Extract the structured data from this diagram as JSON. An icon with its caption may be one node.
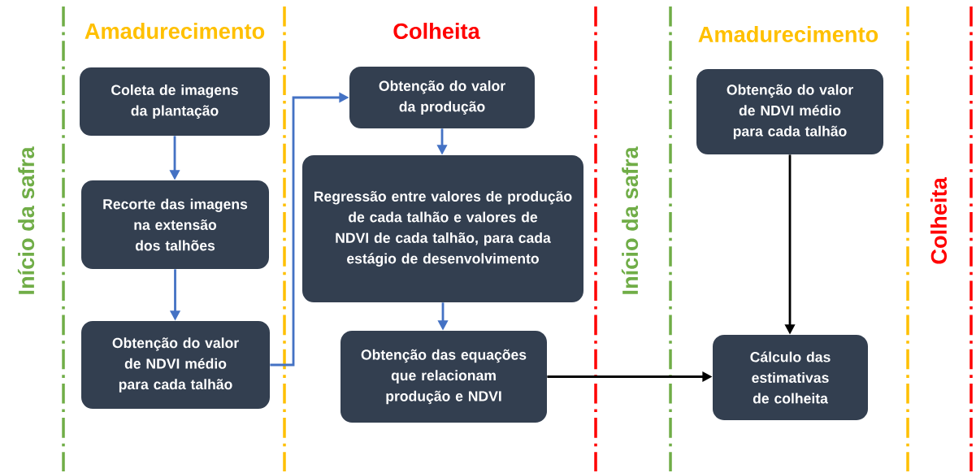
{
  "diagram": {
    "nodes": [
      {
        "text": [
          "Coleta de imagens da plantação"
        ]
      },
      {
        "text": [
          "Recorte das imagens na extensão dos talhões"
        ]
      },
      {
        "text": [
          "Obtenção do valor de NDVI médio para cada talhão"
        ]
      },
      {
        "text": [
          "Obtenção do valor da produção"
        ]
      },
      {
        "text": [
          "Regressão entre valores de produção de cada talhão e valores de NDVI de cada talhão, para cada estágio de desenvolvimento"
        ]
      },
      {
        "text": [
          "Obtenção das equações que relacionam produção e NDVI"
        ]
      },
      {
        "text": [
          "Obtenção do valor de NDVI médio para cada talhão"
        ]
      },
      {
        "text": [
          "Cálculo das estimativas de colheita"
        ]
      }
    ],
    "edges": [
      {
        "from": 0,
        "to": 1,
        "arrow": "to"
      },
      {
        "from": 1,
        "to": 2,
        "arrow": "to"
      },
      {
        "from": 2,
        "to": 3,
        "arrow": "to"
      },
      {
        "from": 3,
        "to": 4,
        "arrow": "to"
      },
      {
        "from": 4,
        "to": 5,
        "arrow": "to"
      },
      {
        "from": 6,
        "to": 7,
        "arrow": "to",
        "color": "#000000"
      },
      {
        "from": 5,
        "to": 7,
        "arrow": "to",
        "color": "#000000"
      }
    ],
    "labels": [
      "Início da safra",
      "Amadurecimento",
      "Colheita",
      "Início da safra",
      "Amadurecimento",
      "Colheita"
    ]
  }
}
